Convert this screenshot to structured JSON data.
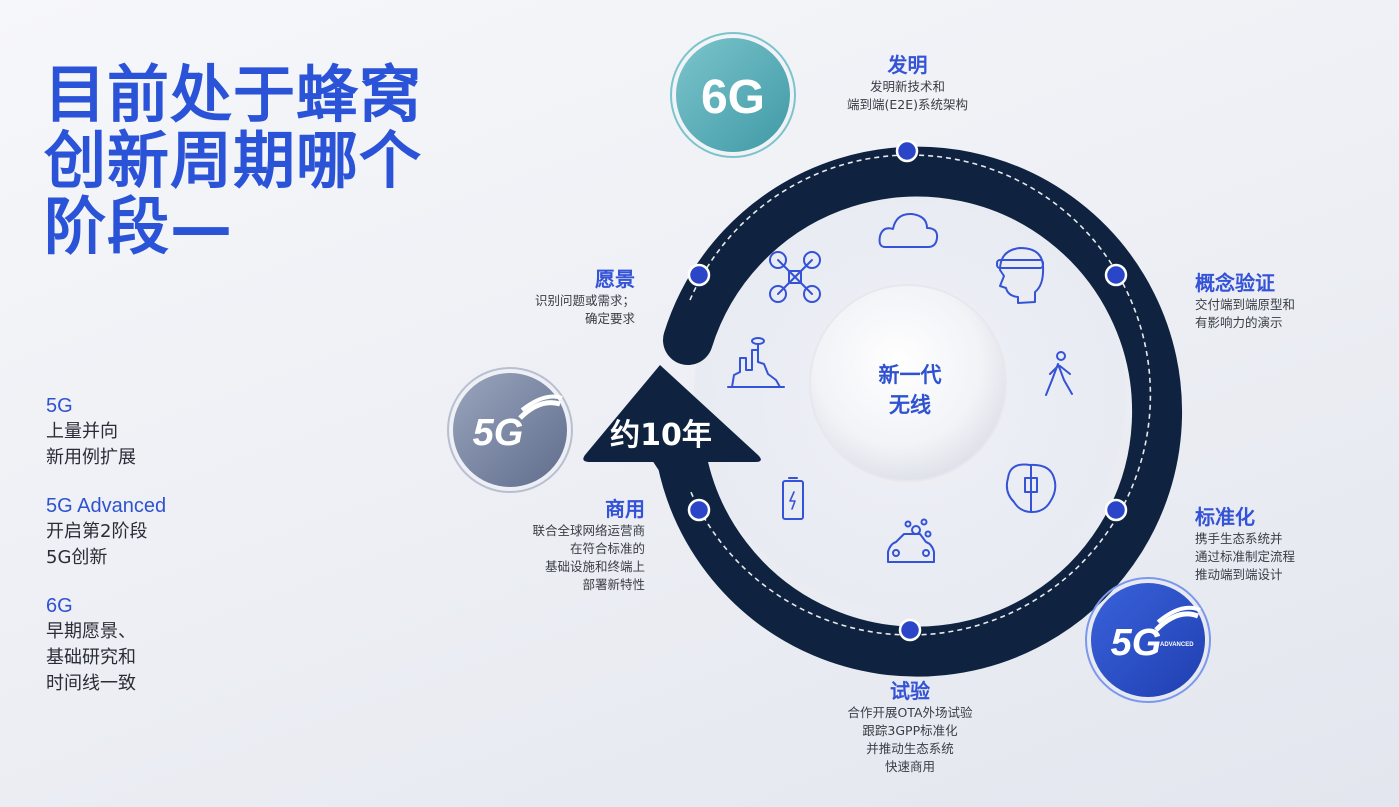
{
  "title": {
    "lines": [
      "目前处于蜂窝",
      "创新周期哪个",
      "阶段—"
    ]
  },
  "legend": [
    {
      "heading": "5G",
      "lines": [
        "上量并向",
        "新用例扩展"
      ]
    },
    {
      "heading": "5G Advanced",
      "lines": [
        "开启第2阶段",
        "5G创新"
      ]
    },
    {
      "heading": "6G",
      "lines": [
        "早期愿景、",
        "基础研究和",
        "时间线一致"
      ]
    }
  ],
  "cycle": {
    "center_label": [
      "新一代",
      "无线"
    ],
    "duration_label": "约10年",
    "stages": [
      {
        "name": "发明",
        "desc": [
          "发明新技术和",
          "端到端(E2E)系统架构"
        ]
      },
      {
        "name": "概念验证",
        "desc": [
          "交付端到端原型和",
          "有影响力的演示"
        ]
      },
      {
        "name": "标准化",
        "desc": [
          "携手生态系统并",
          "通过标准制定流程",
          "推动端到端设计"
        ]
      },
      {
        "name": "试验",
        "desc": [
          "合作开展OTA外场试验",
          "跟踪3GPP标准化",
          "并推动生态系统",
          "快速商用"
        ]
      },
      {
        "name": "商用",
        "desc": [
          "联合全球网络运营商",
          "在符合标准的",
          "基础设施和终端上",
          "部署新特性"
        ]
      },
      {
        "name": "愿景",
        "desc": [
          "识别问题或需求；",
          "确定要求"
        ]
      }
    ],
    "inner_icons": [
      "cloud-icon",
      "vr-headset-icon",
      "walking-person-icon",
      "brain-chip-icon",
      "connected-car-icon",
      "battery-icon",
      "smart-city-icon",
      "drone-icon"
    ]
  },
  "badges": [
    {
      "id": "6g",
      "label": "6G",
      "color": "#5fb3bd"
    },
    {
      "id": "5g",
      "label": "5G",
      "color": "#7b88a6"
    },
    {
      "id": "5g-advanced",
      "label": "5G",
      "sublabel": "ADVANCED",
      "color": "#2a4fc4"
    }
  ],
  "colors": {
    "title_blue": "#2a53d8",
    "ring_navy": "#0f2340",
    "dot_blue": "#2b45c8",
    "icon_blue": "#3553d6"
  }
}
